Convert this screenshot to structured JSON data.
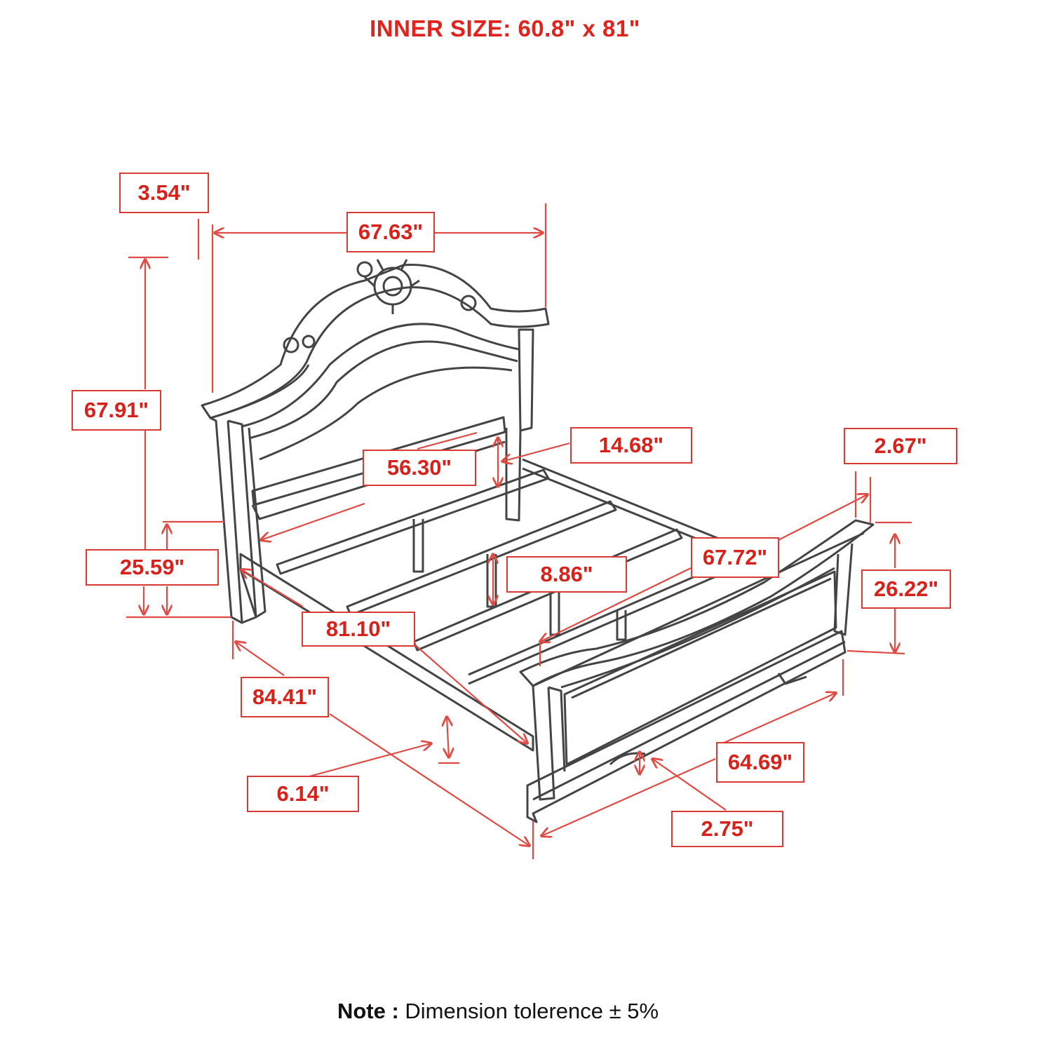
{
  "title": "INNER SIZE: 60.8\" x 81\"",
  "note": {
    "bold": "Note :",
    "text": "Dimension tolerence ± 5%"
  },
  "dimensions": {
    "headboard_post_width": "3.54\"",
    "headboard_width": "67.63\"",
    "headboard_height": "67.91\"",
    "headboard_panel_width": "56.30\"",
    "headboard_rail_gap": "14.68\"",
    "footboard_post_width": "2.67\"",
    "footboard_width": "67.72\"",
    "footboard_height": "26.22\"",
    "side_rail_height_from_floor": "25.59\"",
    "slat_height": "8.86\"",
    "rail_length": "81.10\"",
    "overall_length": "84.41\"",
    "side_rail_depth": "6.14\"",
    "footboard_base_width": "64.69\"",
    "footboard_base_height": "2.75\""
  },
  "colors": {
    "dimension": "#d6221b",
    "line": "#e04a44",
    "drawing": "#444444"
  }
}
